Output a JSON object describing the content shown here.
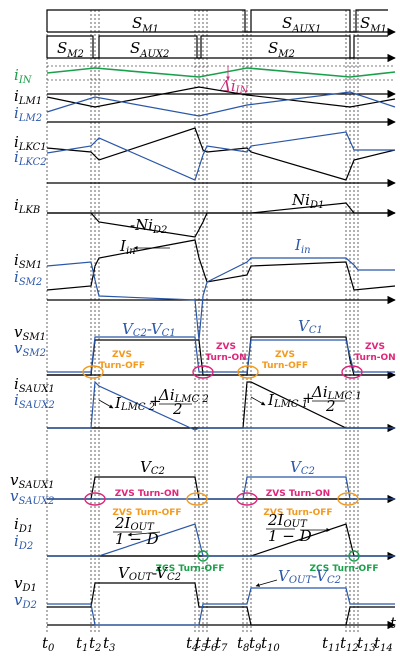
{
  "colors": {
    "black": "#000000",
    "blue": "#2b57a8",
    "green": "#1aa04a",
    "magenta": "#cc2a78",
    "orange": "#f39a1e",
    "pink": "#e0247a"
  },
  "switches": {
    "sm1_a": "S",
    "sm1_a_sub": "M1",
    "saux1": "S",
    "saux1_sub": "AUX1",
    "sm1_b": "S",
    "sm1_b_sub": "M1",
    "sm2_a": "S",
    "sm2_a_sub": "M2",
    "saux2": "S",
    "saux2_sub": "AUX2",
    "sm2_b": "S",
    "sm2_b_sub": "M2"
  },
  "signals": {
    "iin": "i",
    "iin_sub": "IN",
    "ilm1": "i",
    "ilm1_sub": "LM1",
    "ilm2": "i",
    "ilm2_sub": "LM2",
    "ilkc1": "i",
    "ilkc1_sub": "LKC1",
    "ilkc2": "i",
    "ilkc2_sub": "LKC2",
    "ilkb": "i",
    "ilkb_sub": "LKB",
    "ism1": "i",
    "ism1_sub": "SM1",
    "ism2": "i",
    "ism2_sub": "SM2",
    "vsm1": "v",
    "vsm1_sub": "SM1",
    "vsm2": "v",
    "vsm2_sub": "SM2",
    "isaux1": "i",
    "isaux1_sub": "SAUX1",
    "isaux2": "i",
    "isaux2_sub": "SAUX2",
    "vsaux1": "v",
    "vsaux1_sub": "SAUX1",
    "vsaux2": "v",
    "vsaux2_sub": "SAUX2",
    "id1": "i",
    "id1_sub": "D1",
    "id2": "i",
    "id2_sub": "D2",
    "vd1": "v",
    "vd1_sub": "D1",
    "vd2": "v",
    "vd2_sub": "D2"
  },
  "annotations": {
    "delta_iin": "Δi",
    "delta_iin_sub": "IN",
    "ni_d1": "Ni",
    "ni_d1_sub": "D1",
    "neg_ni_d2": "-Ni",
    "neg_ni_d2_sub": "D2",
    "i_in_1": "I",
    "i_in_1_sub": "in",
    "i_in_2": "I",
    "i_in_2_sub": "in",
    "vc2_minus_vc1": "V",
    "vc2_minus_vc1_mid": "C2",
    "vc2_minus_vc1_mid2": "-V",
    "vc2_minus_vc1_sub": "C1",
    "vc1": "V",
    "vc1_sub": "C1",
    "vc2_a": "V",
    "vc2_a_sub": "C2",
    "vc2_b": "V",
    "vc2_b_sub": "C2",
    "ilmc2_expr": "I",
    "ilmc2_expr_sub": "LMC 2",
    "ilmc2_frac_num": "Δi",
    "ilmc2_frac_num_sub": "LMC 2",
    "ilmc1_expr": "I",
    "ilmc1_expr_sub": "LMC 1",
    "ilmc1_frac_num": "Δi",
    "ilmc1_frac_num_sub": "LMC 1",
    "plus": "+",
    "two": "2",
    "two_iout_a": "2I",
    "two_iout_a_sub": "OUT",
    "one_minus_d_a": "1 − D",
    "two_iout_b": "2I",
    "two_iout_b_sub": "OUT",
    "one_minus_d_b": "1 − D",
    "vout_vc2_a": "V",
    "vout_vc2_a_sub": "OUT",
    "vout_vc2_a_mid": "-V",
    "vout_vc2_a_sub2": "C2",
    "vout_vc2_b": "V",
    "vout_vc2_b_sub": "OUT",
    "vout_vc2_b_mid": "-V",
    "vout_vc2_b_sub2": "C2"
  },
  "zvs_labels": {
    "zvs_off_1a": "ZVS",
    "zvs_off_1b": "Turn-OFF",
    "zvs_on_1a": "ZVS",
    "zvs_on_1b": "Turn-ON",
    "zvs_off_2a": "ZVS",
    "zvs_off_2b": "Turn-OFF",
    "zvs_on_2a": "ZVS",
    "zvs_on_2b": "Turn-ON",
    "zvs_on_3": "ZVS Turn-ON",
    "zvs_off_3": "ZVS Turn-OFF",
    "zvs_on_4": "ZVS Turn-ON",
    "zvs_off_4": "ZVS Turn-OFF",
    "zcs_off_1": "ZCS Turn-OFF",
    "zcs_off_2": "ZCS Turn-OFF"
  },
  "time_axis": {
    "t": "t",
    "t0": "0",
    "t1": "1",
    "t2": "2",
    "t3": "3",
    "t4": "4",
    "t5": "5",
    "t6": "6",
    "t7": "7",
    "t8": "8",
    "t9": "9",
    "t10": "10",
    "t11": "11",
    "t12": "12",
    "t13": "13",
    "t14": "14"
  }
}
